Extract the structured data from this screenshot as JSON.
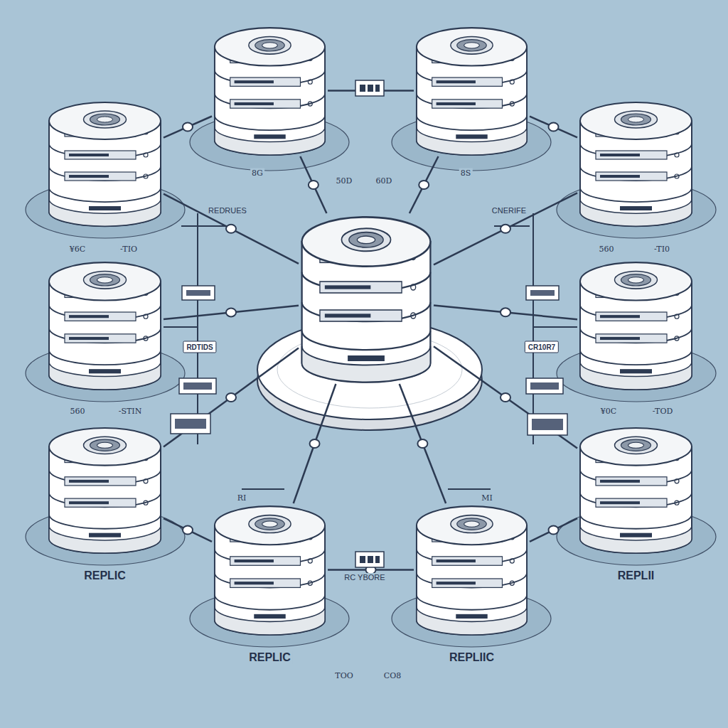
{
  "diagram": {
    "nodes": [
      {
        "text": []
      },
      {
        "text": []
      },
      {
        "text": []
      },
      {
        "text": []
      },
      {
        "text": []
      },
      {
        "text": []
      },
      {
        "text": []
      },
      {
        "text": [
          "REPLIC"
        ]
      },
      {
        "text": [
          "REPLII"
        ]
      },
      {
        "text": [
          "REPLIC"
        ]
      },
      {
        "text": [
          "REPLIIC"
        ]
      }
    ],
    "edges": [
      {
        "from": 4,
        "to": 0,
        "arrow": "none"
      },
      {
        "from": 4,
        "to": 1,
        "arrow": "none"
      },
      {
        "from": 4,
        "to": 2,
        "arrow": "none"
      },
      {
        "from": 4,
        "to": 3,
        "arrow": "none"
      },
      {
        "from": 4,
        "to": 5,
        "arrow": "none"
      },
      {
        "from": 4,
        "to": 6,
        "arrow": "none"
      },
      {
        "from": 4,
        "to": 7,
        "arrow": "none"
      },
      {
        "from": 4,
        "to": 8,
        "arrow": "none"
      },
      {
        "from": 4,
        "to": 9,
        "arrow": "none"
      },
      {
        "from": 4,
        "to": 10,
        "arrow": "none"
      },
      {
        "from": 2,
        "to": 0,
        "arrow": "none"
      },
      {
        "from": 0,
        "to": 1,
        "arrow": "none"
      },
      {
        "from": 1,
        "to": 3,
        "arrow": "none"
      },
      {
        "from": 7,
        "to": 9,
        "arrow": "none"
      },
      {
        "from": 9,
        "to": 10,
        "arrow": "none"
      },
      {
        "from": 10,
        "to": 8,
        "arrow": "none"
      }
    ],
    "labels": [
      "8G",
      "50D",
      "60D",
      "8S",
      "REDRUES",
      "CNERIFE",
      "¥6C",
      "-TIO",
      "560",
      "-TI0",
      "RDTIDS",
      "CR10R7",
      "560",
      "-STIN",
      "¥0C",
      "-TOD",
      "RI",
      "MI",
      "RC YBORE",
      "TOO",
      "CO8"
    ]
  }
}
